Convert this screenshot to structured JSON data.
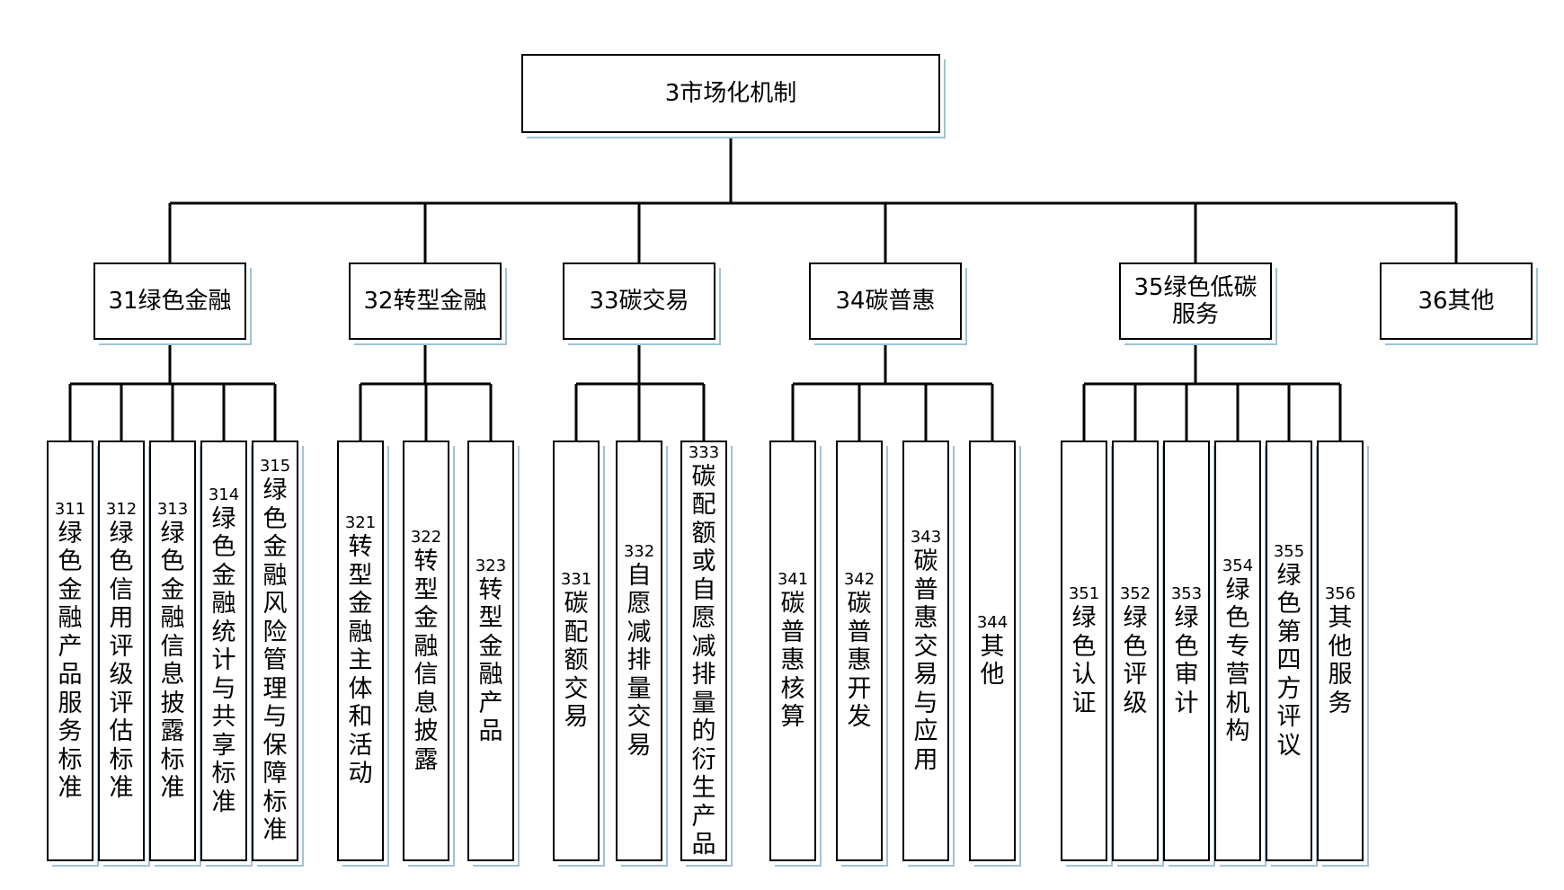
{
  "root": {
    "label": "3市场化机制"
  },
  "level1": [
    {
      "id": "31",
      "label": "31绿色金融"
    },
    {
      "id": "32",
      "label": "32转型金融"
    },
    {
      "id": "33",
      "label": "33碳交易"
    },
    {
      "id": "34",
      "label": "34碳普惠"
    },
    {
      "id": "35",
      "label": "35绿色低碳服务"
    },
    {
      "id": "36",
      "label": "36其他"
    }
  ],
  "level2": {
    "31": [
      {
        "code": "311",
        "text": "绿色金融产品服务标准"
      },
      {
        "code": "312",
        "text": "绿色信用评级评估标准"
      },
      {
        "code": "313",
        "text": "绿色金融信息披露标准"
      },
      {
        "code": "314",
        "text": "绿色金融统计与共享标准"
      },
      {
        "code": "315",
        "text": "绿色金融风险管理与保障标准"
      }
    ],
    "32": [
      {
        "code": "321",
        "text": "转型金融主体和活动"
      },
      {
        "code": "322",
        "text": "转型金融信息披露"
      },
      {
        "code": "323",
        "text": "转型金融产品"
      }
    ],
    "33": [
      {
        "code": "331",
        "text": "碳配额交易"
      },
      {
        "code": "332",
        "text": "自愿减排量交易"
      },
      {
        "code": "333",
        "text": "碳配额或自愿减排量的衍生产品"
      }
    ],
    "34": [
      {
        "code": "341",
        "text": "碳普惠核算"
      },
      {
        "code": "342",
        "text": "碳普惠开发"
      },
      {
        "code": "343",
        "text": "碳普惠交易与应用"
      },
      {
        "code": "344",
        "text": "其他"
      }
    ],
    "35": [
      {
        "code": "351",
        "text": "绿色认证"
      },
      {
        "code": "352",
        "text": "绿色评级"
      },
      {
        "code": "353",
        "text": "绿色审计"
      },
      {
        "code": "354",
        "text": "绿色专营机构"
      },
      {
        "code": "355",
        "text": "绿色第四方评议"
      },
      {
        "code": "356",
        "text": "其他服务"
      }
    ]
  },
  "colors": {
    "line": "#000000",
    "box_border": "#000000",
    "shadow_dots": "#9ec3d8"
  }
}
